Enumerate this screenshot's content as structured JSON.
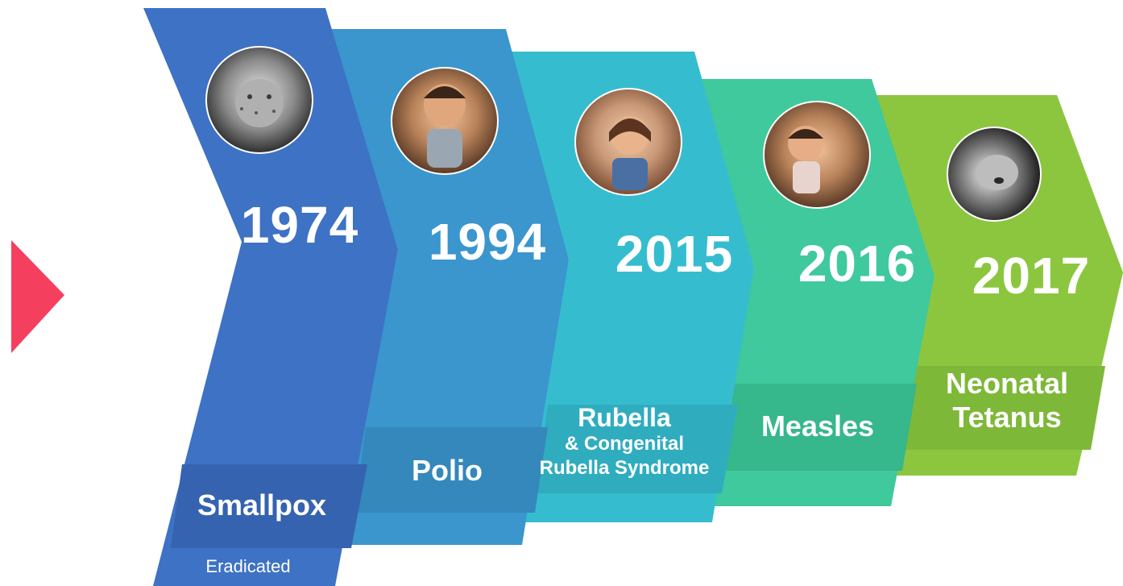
{
  "milestones": [
    {
      "year": "1974",
      "disease": "Smallpox",
      "photo": "child-smallpox-photo",
      "color": "#3d72c4"
    },
    {
      "year": "1994",
      "disease": "Polio",
      "photo": "child-polio-photo",
      "color": "#3a96cd"
    },
    {
      "year": "2015",
      "disease_line1": "Rubella",
      "disease_line2": "& Congenital",
      "disease_line3": "Rubella Syndrome",
      "photo": "child-rubella-photo",
      "color": "#35bdcf"
    },
    {
      "year": "2016",
      "disease": "Measles",
      "photo": "child-measles-photo",
      "color": "#3fc99c"
    },
    {
      "year": "2017",
      "disease_line1": "Neonatal",
      "disease_line2": "Tetanus",
      "photo": "newborn-tetanus-photo",
      "color": "#8cc63f"
    }
  ],
  "caption": "Eradicated",
  "accent": "#f43f5e"
}
